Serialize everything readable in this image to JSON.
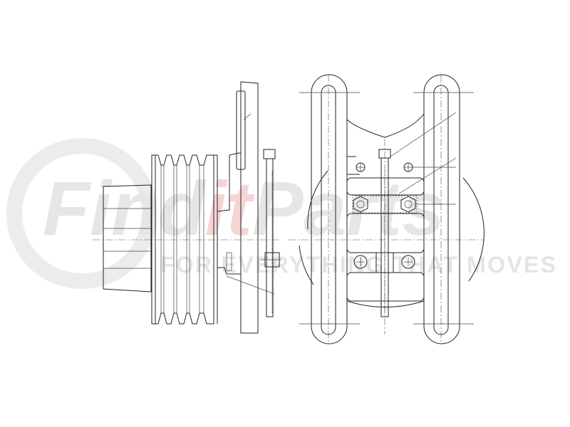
{
  "watermark": {
    "brand_part1": "Find",
    "brand_part2": "it",
    "brand_part3": "Parts",
    "tagline": "FOR EVERYTHING THAT MOVES",
    "colors": {
      "gray": "#e6e6e6",
      "red": "#f6d4d4"
    }
  },
  "drawing": {
    "views": [
      "side-view",
      "front-view"
    ]
  }
}
